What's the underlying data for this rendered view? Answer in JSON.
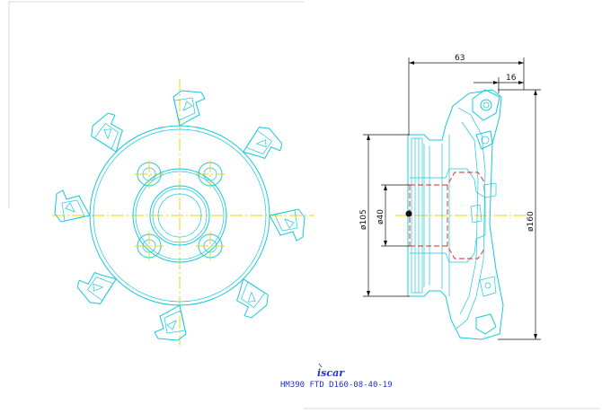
{
  "drawing": {
    "part_number": "HM390 FTD D160-08-40-19",
    "logo_text": "iscar",
    "dimensions": {
      "overall_length": "63",
      "insert_length": "16",
      "hub_diameter": "ø105",
      "bore_diameter": "ø40",
      "cutter_diameter": "ø160"
    }
  },
  "colors": {
    "geometry": "#18c8dc",
    "center_lines": "#e8d400",
    "hidden_lines": "#e02020",
    "dimensions": "#111111",
    "caption": "#2233cc"
  }
}
